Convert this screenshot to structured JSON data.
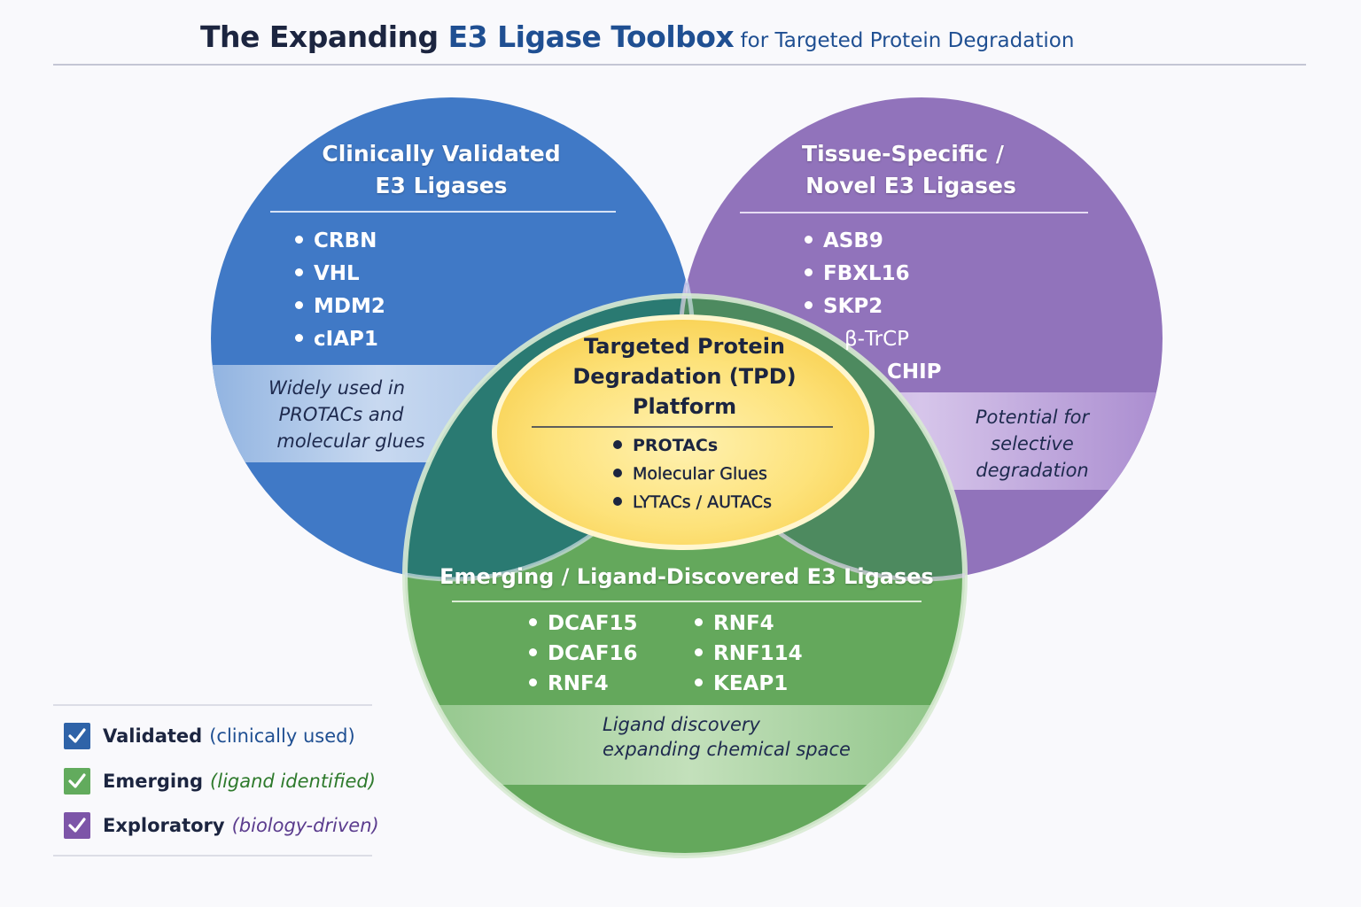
{
  "title": {
    "part1": "The Expanding ",
    "part2": "E3 Ligase Toolbox",
    "part3": " for Targeted Protein Degradation"
  },
  "colors": {
    "validated": "#3f79c4",
    "exploratory": "#8e6bb8",
    "emerging": "#5fa25a",
    "center": "#fbd65e",
    "title_dark": "#1c2540",
    "title_accent": "#1f4f92"
  },
  "circles": {
    "validated": {
      "title_line1": "Clinically Validated",
      "title_line2": "E3 Ligases",
      "items": [
        "CRBN",
        "VHL",
        "MDM2",
        "cIAP1"
      ],
      "note_line1": "Widely used in",
      "note_line2": "PROTACs and",
      "note_line3": "molecular glues"
    },
    "exploratory": {
      "title_line1": "Tissue-Specific /",
      "title_line2": "Novel E3 Ligases",
      "items_bulleted": [
        "ASB9",
        "FBXL16",
        "SKP2"
      ],
      "items_unbulleted": [
        "β-TrCP",
        "CHIP"
      ],
      "note_line1": "Potential for",
      "note_line2": "selective",
      "note_line3": "degradation"
    },
    "emerging": {
      "title": "Emerging / Ligand-Discovered E3 Ligases",
      "items_col1": [
        "DCAF15",
        "DCAF16",
        "RNF4"
      ],
      "items_col2": [
        "RNF4",
        "RNF114",
        "KEAP1"
      ],
      "note_line1": "Ligand discovery",
      "note_line2": "expanding chemical space"
    },
    "center": {
      "title_line1": "Targeted Protein",
      "title_line2": "Degradation (TPD)",
      "title_line3": "Platform",
      "items": [
        "PROTACs",
        "Molecular Glues",
        "LYTACs / AUTACs"
      ]
    }
  },
  "legend": [
    {
      "label": "Validated",
      "detail": "(clinically used)",
      "color": "#2f63a8",
      "detail_color": "#1f4f92",
      "detail_italic": false,
      "checked": true
    },
    {
      "label": "Emerging",
      "detail": "(ligand identified)",
      "color": "#62ab5d",
      "detail_color": "#2e7a2c",
      "detail_italic": true,
      "checked": true
    },
    {
      "label": "Exploratory",
      "detail": "(biology-driven)",
      "color": "#7d55a8",
      "detail_color": "#5b3c8e",
      "detail_italic": true,
      "checked": true
    }
  ]
}
